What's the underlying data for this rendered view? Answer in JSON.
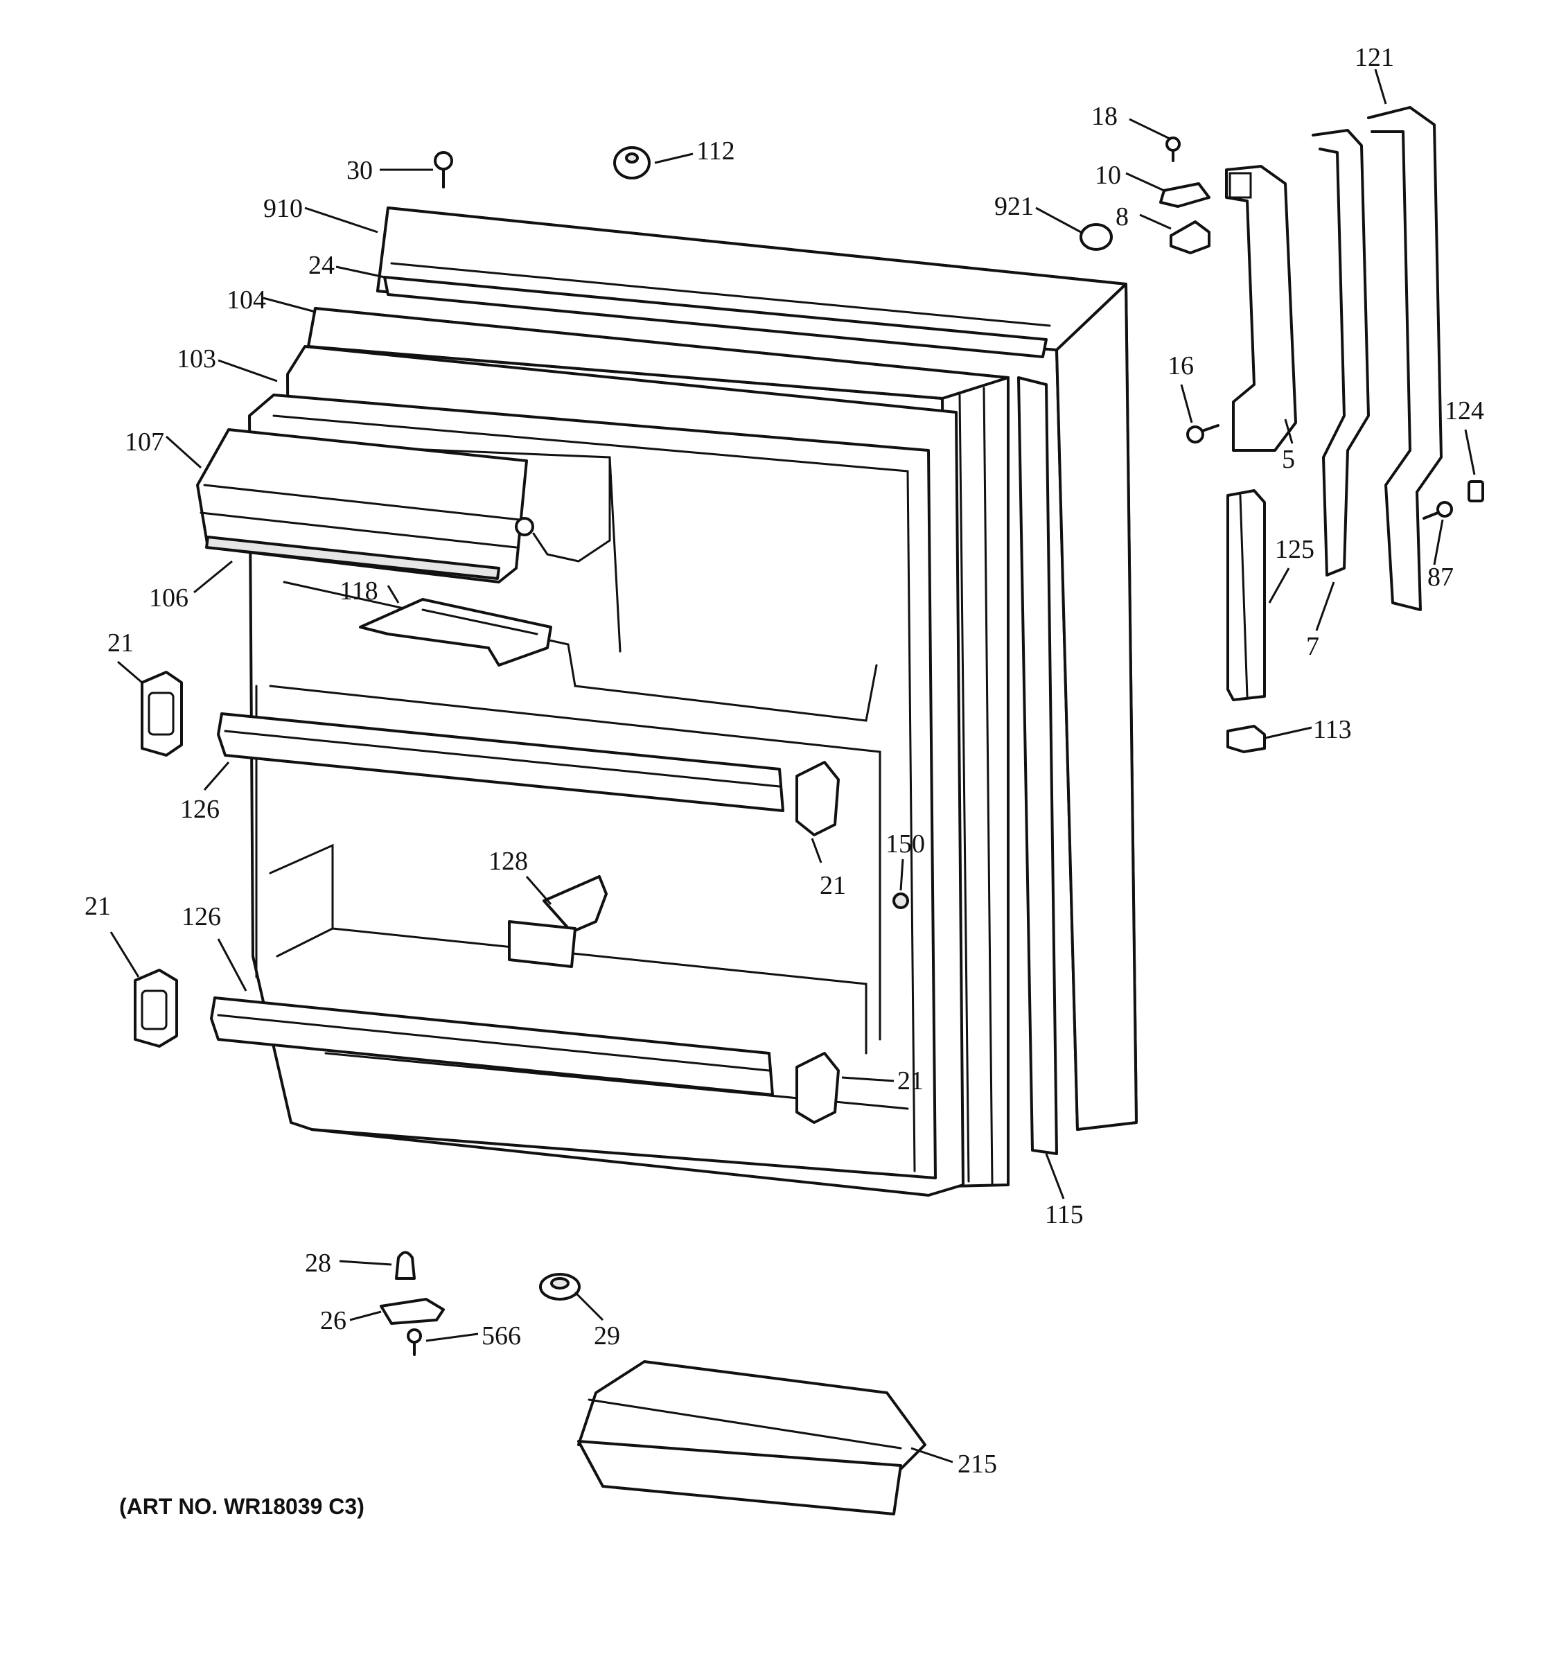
{
  "diagram": {
    "art_number": "(ART NO. WR18039 C3)",
    "callouts": {
      "c121": "121",
      "c18": "18",
      "c10": "10",
      "c8": "8",
      "c921": "921",
      "c30": "30",
      "c112": "112",
      "c910": "910",
      "c24": "24",
      "c104": "104",
      "c103": "103",
      "c107": "107",
      "c106": "106",
      "c118": "118",
      "c16": "16",
      "c5": "5",
      "c124": "124",
      "c125": "125",
      "c87": "87",
      "c7": "7",
      "c113": "113",
      "c21a": "21",
      "c126a": "126",
      "c21b": "21",
      "c150": "150",
      "c128": "128",
      "c21c": "21",
      "c126b": "126",
      "c21d": "21",
      "c115": "115",
      "c28": "28",
      "c26": "26",
      "c566": "566",
      "c29": "29",
      "c215": "215"
    }
  }
}
